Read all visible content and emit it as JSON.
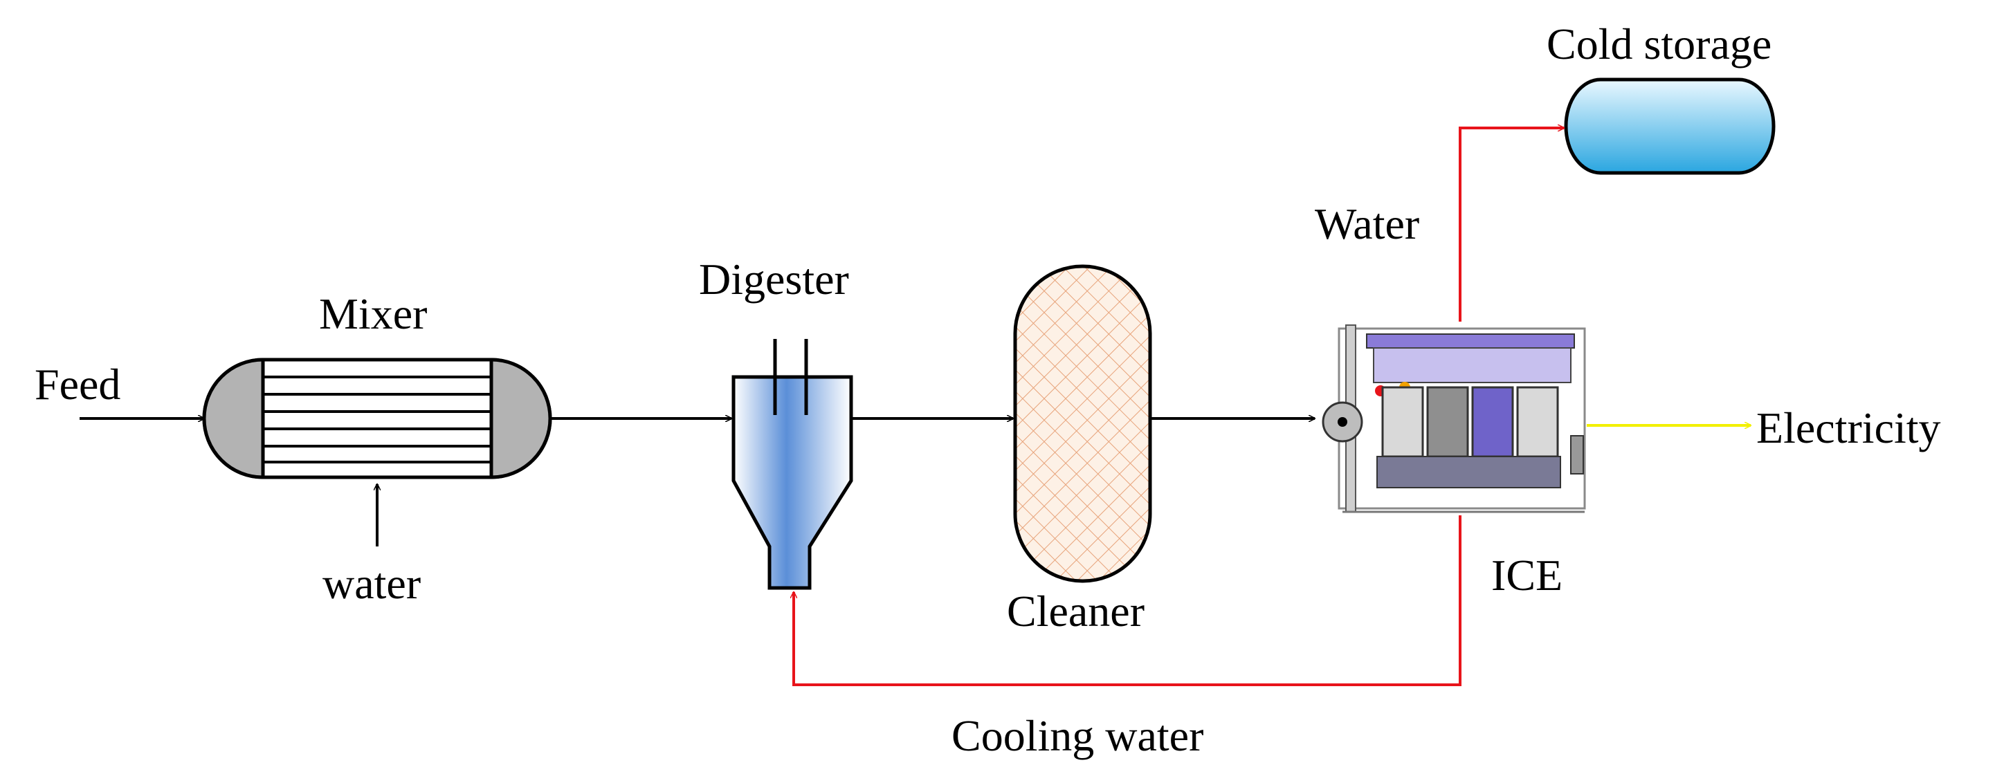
{
  "labels": {
    "feed": "Feed",
    "mixer": "Mixer",
    "water_in": "water",
    "digester": "Digester",
    "cleaner": "Cleaner",
    "water_out": "Water",
    "cold_storage": "Cold storage",
    "ice": "ICE",
    "electricity": "Electricity",
    "cooling_water": "Cooling water"
  },
  "colors": {
    "main_flow": "#000000",
    "water_loop": "#e8141b",
    "electricity": "#f2f000",
    "mixer_caps": "#b3b3b3",
    "cleaner_fill": "#f7dcc6",
    "digester_blue": "#5b8fd8",
    "storage_blue": "#39aee6"
  },
  "icons": {
    "engine": "engine-icon"
  }
}
